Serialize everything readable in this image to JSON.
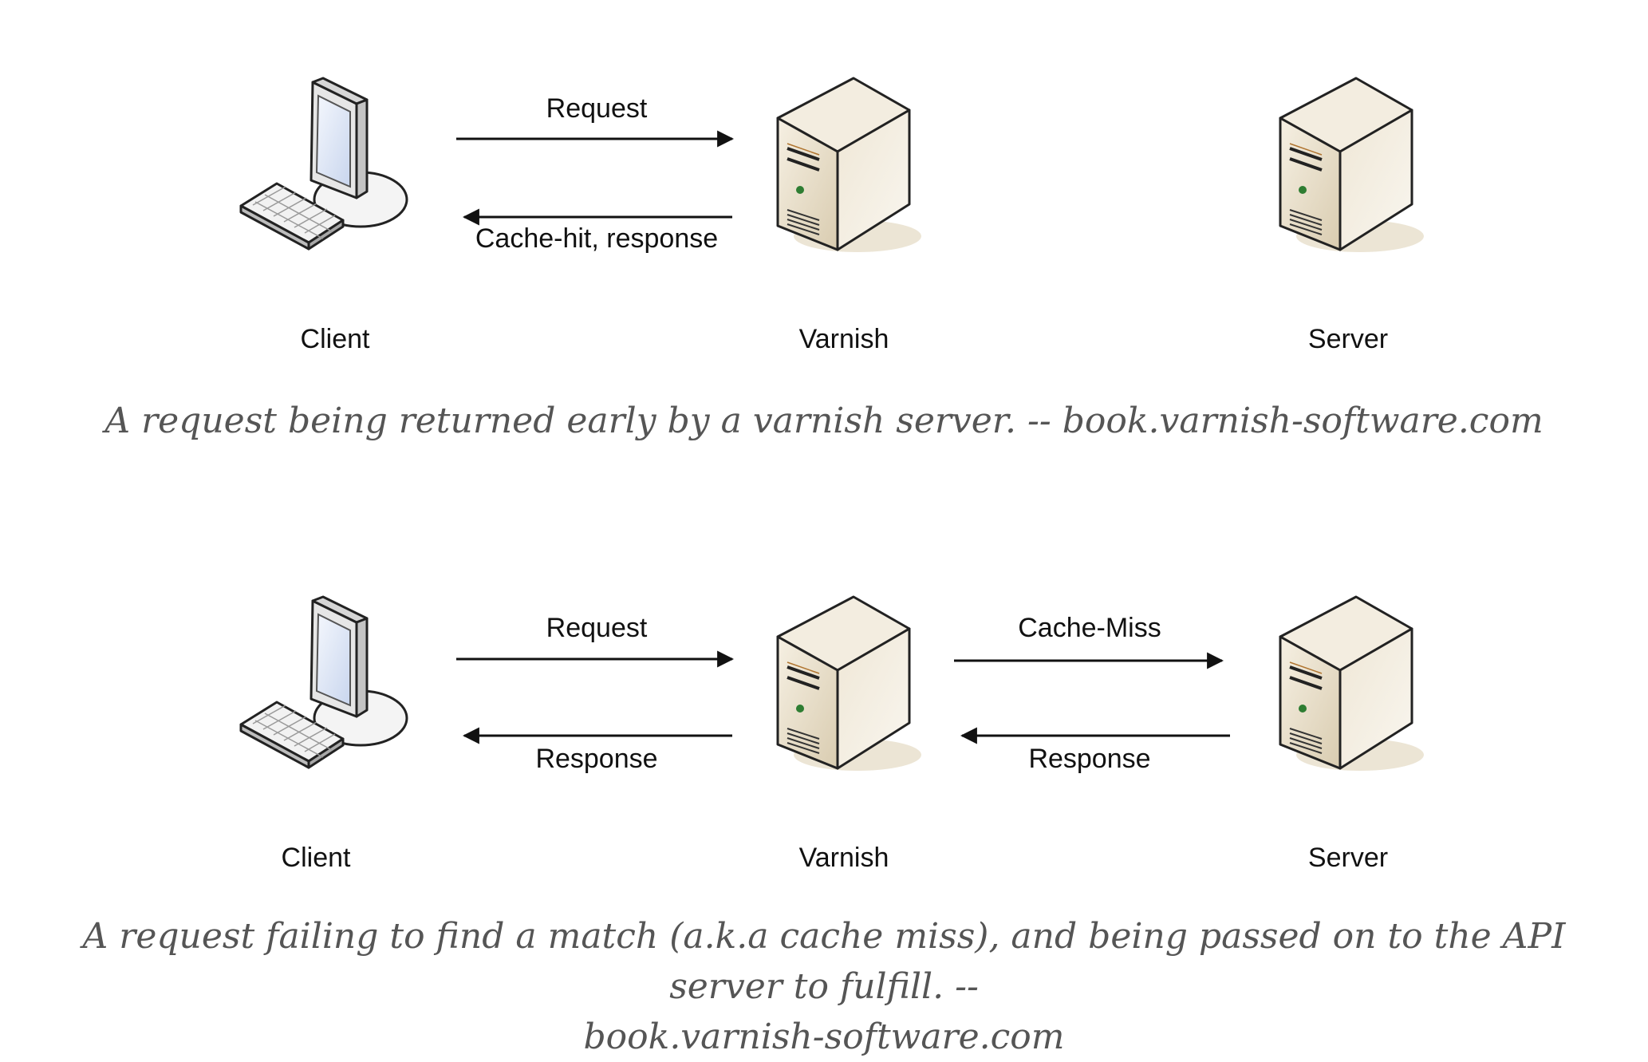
{
  "diagram1": {
    "request_label": "Request",
    "response_label": "Cache-hit, response",
    "nodes": {
      "client": "Client",
      "varnish": "Varnish",
      "server": "Server"
    },
    "caption": "A request being returned early by a varnish server. -- book.varnish-software.com"
  },
  "diagram2": {
    "request_label": "Request",
    "response_label": "Response",
    "miss_label": "Cache-Miss",
    "server_response_label": "Response",
    "nodes": {
      "client": "Client",
      "varnish": "Varnish",
      "server": "Server"
    },
    "caption_line1": "A request failing to find a match (a.k.a cache miss), and being passed on to the API server to fulfill. --",
    "caption_line2": "book.varnish-software.com"
  },
  "icons": {
    "client": "desktop-computer-icon",
    "varnish": "server-tower-icon",
    "server": "server-tower-icon"
  },
  "colors": {
    "case": "#e3d7bf",
    "monitor_screen": "#dfe8f8",
    "led": "#2e7d32",
    "caption": "#555555"
  }
}
